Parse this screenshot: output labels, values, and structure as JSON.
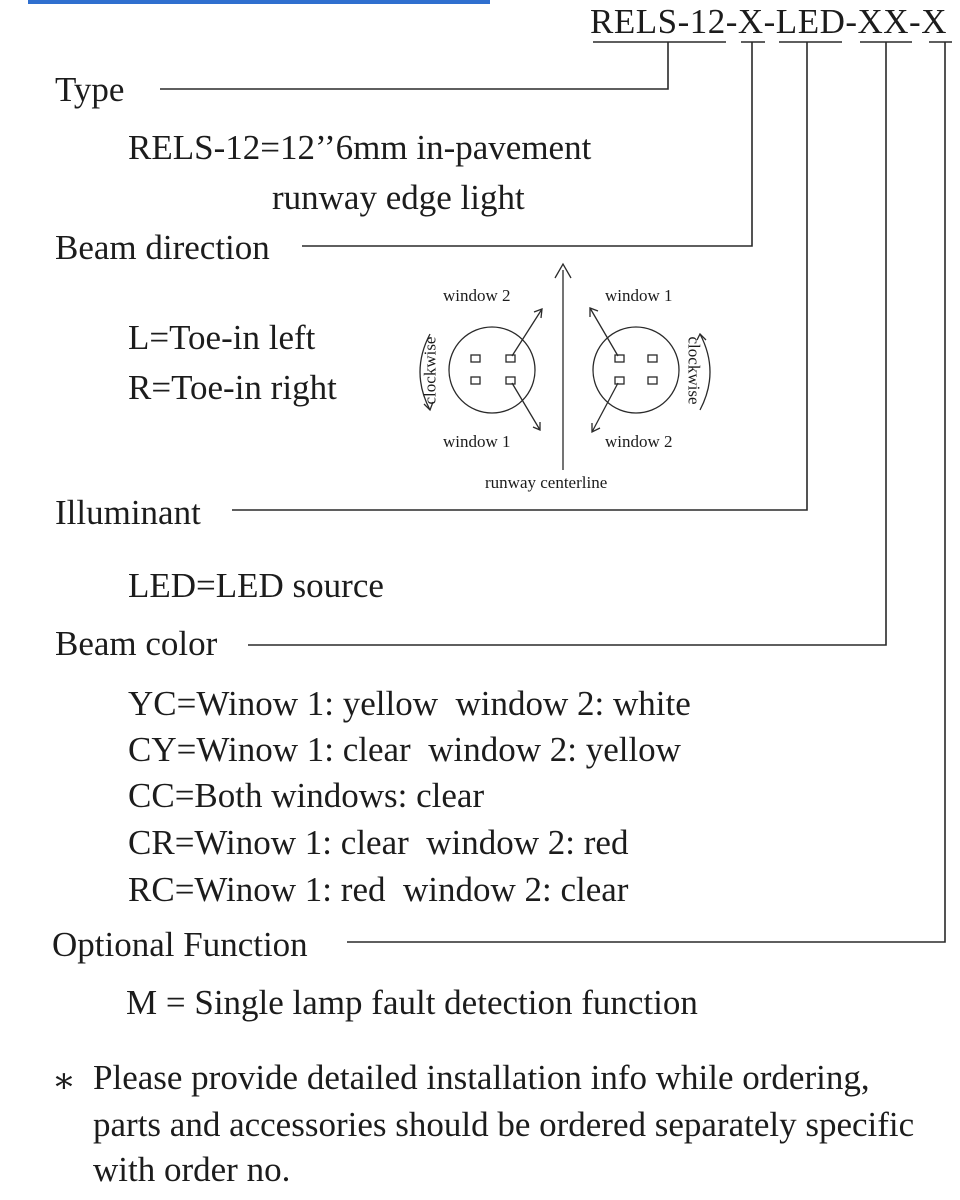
{
  "accent_color": "#2f6fcf",
  "model_code": "RELS-12-X-LED-XX-X",
  "sections": {
    "type": {
      "heading": "Type",
      "lines": [
        "RELS-12=12’’6mm in-pavement",
        "runway edge light"
      ]
    },
    "beam_direction": {
      "heading": "Beam direction",
      "lines": [
        "L=Toe-in left",
        "R=Toe-in right"
      ],
      "diagram": {
        "left_fixture": {
          "window_top": "window 2",
          "window_bottom": "window 1",
          "rotation": "clockwise"
        },
        "right_fixture": {
          "window_top": "window 1",
          "window_bottom": "window 2",
          "rotation": "clockwise"
        },
        "axis_label": "runway centerline"
      }
    },
    "illuminant": {
      "heading": "Illuminant",
      "lines": [
        "LED=LED source"
      ]
    },
    "beam_color": {
      "heading": "Beam color",
      "lines": [
        "YC=Winow 1: yellow  window 2: white",
        "CY=Winow 1: clear  window 2: yellow",
        "CC=Both windows: clear",
        "CR=Winow 1: clear  window 2: red",
        "RC=Winow 1: red  window 2: clear"
      ]
    },
    "optional_function": {
      "heading": "Optional Function",
      "lines": [
        "M = Single lamp fault detection function"
      ]
    }
  },
  "note": {
    "marker": "∗",
    "lines": [
      "Please provide detailed installation info while ordering,",
      "parts and accessories should be ordered separately specific",
      "with order no."
    ]
  }
}
